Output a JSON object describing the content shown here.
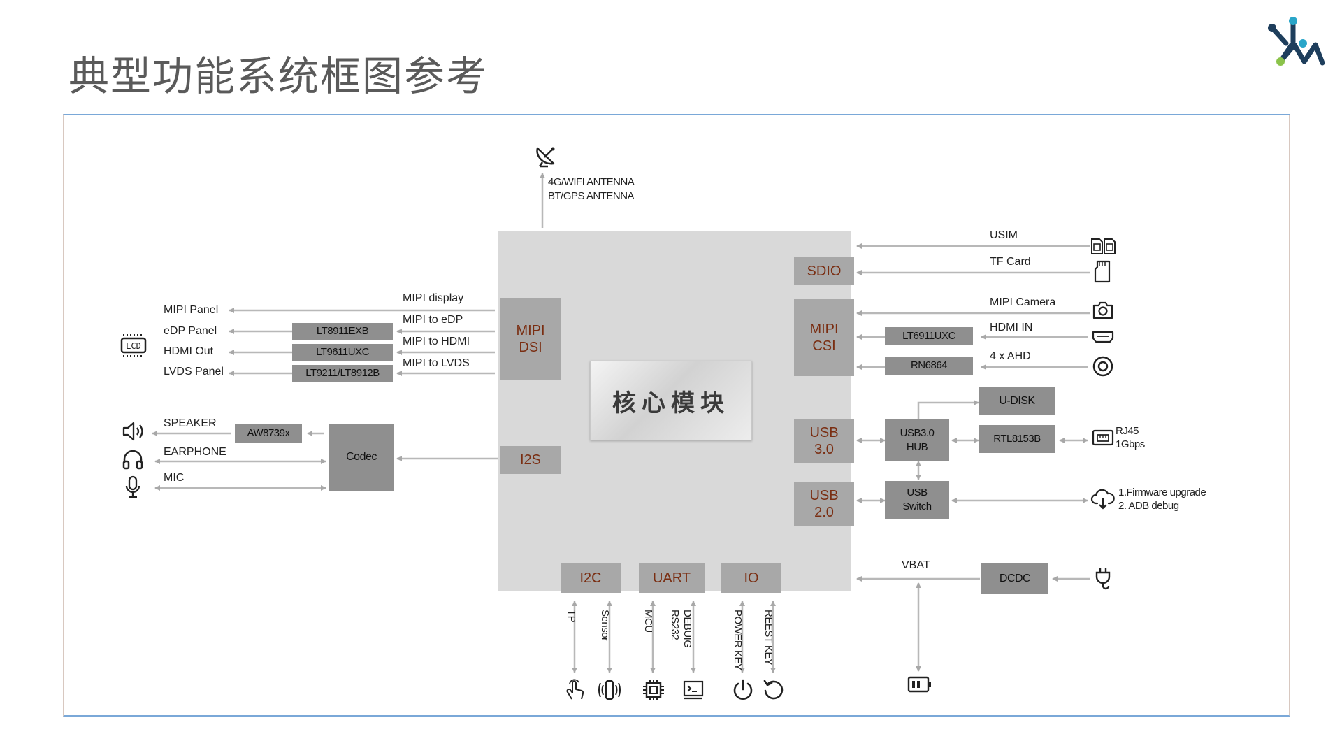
{
  "title": "典型功能系统框图参考",
  "core_label": "核心模块",
  "antenna": {
    "line1": "4G/WIFI ANTENNA",
    "line2": "BT/GPS ANTENNA"
  },
  "buses": {
    "mipi_dsi": "MIPI\nDSI",
    "i2s": "I2S",
    "sdio": "SDIO",
    "mipi_csi": "MIPI\nCSI",
    "usb30": "USB\n3.0",
    "usb20": "USB\n2.0",
    "i2c": "I2C",
    "uart": "UART",
    "io": "IO"
  },
  "display": {
    "lcd_icon_text": "LCD",
    "panels": [
      "MIPI Panel",
      "eDP Panel",
      "HDMI Out",
      "LVDS Panel"
    ],
    "links": [
      "MIPI display",
      "MIPI to eDP",
      "MIPI to HDMI",
      "MIPI to LVDS"
    ],
    "chips": [
      "LT8911EXB",
      "LT9611UXC",
      "LT9211/LT8912B"
    ]
  },
  "audio": {
    "speaker": "SPEAKER",
    "earphone": "EARPHONE",
    "mic": "MIC",
    "amp_chip": "AW8739x",
    "codec": "Codec"
  },
  "right": {
    "usim": "USIM",
    "tf_card": "TF Card",
    "mipi_camera": "MIPI Camera",
    "hdmi_in": "HDMI IN",
    "ahd": "4 x AHD",
    "hdmi_chip": "LT6911UXC",
    "ahd_chip": "RN6864",
    "udisk": "U-DISK",
    "usb_hub": "USB3.0\nHUB",
    "eth_chip": "RTL8153B",
    "rj45_line1": "RJ45",
    "rj45_line2": "1Gbps",
    "usb_switch": "USB\nSwitch",
    "usb_note1": "1.Firmware upgrade",
    "usb_note2": "2. ADB debug",
    "vbat": "VBAT",
    "dcdc": "DCDC"
  },
  "bottom": {
    "tp": "TP",
    "sensor": "Sensor",
    "mcu": "MCU",
    "debug_line1": "DEBUIG",
    "debug_line2": "RS232",
    "power_key": "POWER KEY",
    "reset_key": "REEST KEY"
  },
  "colors": {
    "bus_fill": "#a8a8a8",
    "bus_text": "#7a2e12",
    "chip_fill": "#8f8f8f",
    "core_bg": "#d9d9d9",
    "arrow": "#b5b5b5"
  },
  "icons": [
    "logo-icon",
    "satellite-dish-icon",
    "lcd-icon",
    "speaker-icon",
    "headphones-icon",
    "microphone-icon",
    "sim-card-icon",
    "sd-card-icon",
    "camera-icon",
    "hdmi-port-icon",
    "ahd-camera-icon",
    "ethernet-port-icon",
    "cloud-usb-icon",
    "power-plug-icon",
    "battery-icon",
    "touch-hand-icon",
    "vibration-sensor-icon",
    "cpu-chip-icon",
    "terminal-icon",
    "power-icon",
    "reset-icon"
  ]
}
